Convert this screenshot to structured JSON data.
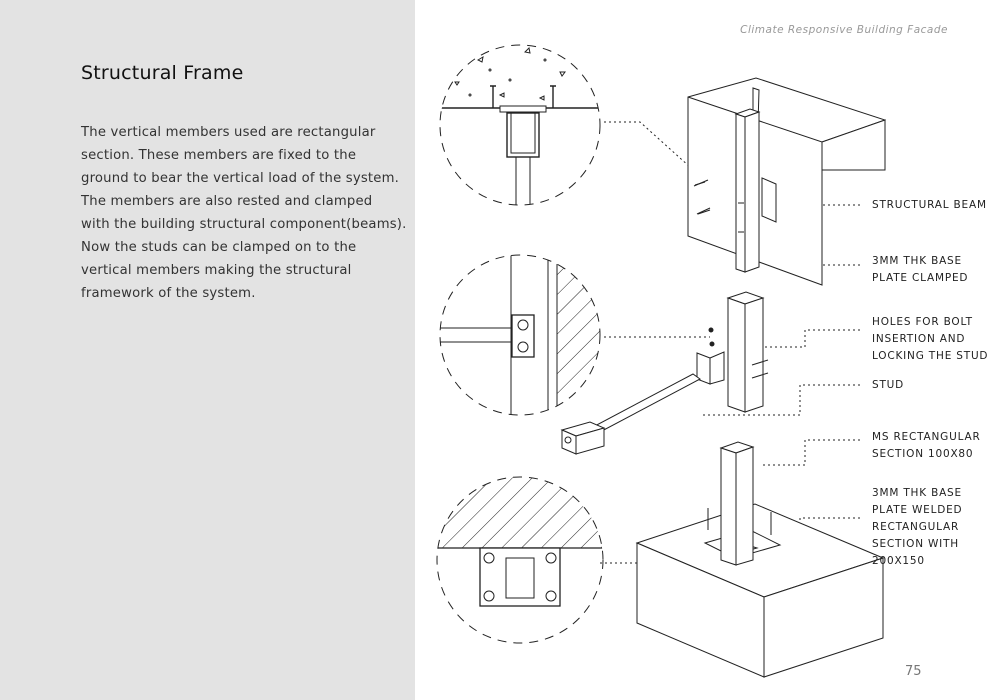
{
  "header_note": "Climate Responsive Building Facade",
  "title": "Structural Frame",
  "body_lines": [
    "The vertical members used are rectangular",
    "section. These members are fixed to the",
    "ground to bear the vertical load of the system.",
    "The members are also rested and clamped",
    "with the building structural component(beams).",
    "Now the studs can be clamped on to the",
    "vertical members making the structural",
    "framework of the system."
  ],
  "labels": {
    "structural_beam": "STRUCTURAL BEAM",
    "base_plate_clamped": [
      "3MM THK BASE",
      "PLATE CLAMPED"
    ],
    "holes_for_bolt": [
      "HOLES FOR BOLT",
      "INSERTION AND",
      "LOCKING THE STUD"
    ],
    "stud": "STUD",
    "ms_rectangular": [
      "MS RECTANGULAR",
      "SECTION 100X80"
    ],
    "base_plate_welded": [
      "3MM THK BASE",
      "PLATE WELDED",
      "RECTANGULAR",
      "SECTION WITH",
      "200X150"
    ]
  },
  "page_number": "75",
  "colors": {
    "left_panel": "#e3e3e3",
    "line": "#222222"
  }
}
